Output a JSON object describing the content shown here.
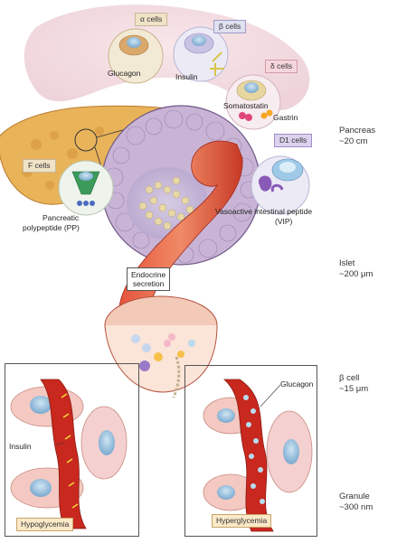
{
  "cell_types": {
    "alpha": "α cells",
    "beta": "β cells",
    "delta": "δ cells",
    "d1": "D1 cells",
    "f": "F cells"
  },
  "hormones": {
    "glucagon": "Glucagon",
    "insulin": "Insulin",
    "somatostatin": "Somatostatin",
    "gastrin": "Gastrin",
    "vip_line1": "Vasoactive intestinal peptide",
    "vip_line2": "(VIP)",
    "pp_line1": "Pancreatic",
    "pp_line2": "polypeptide (PP)"
  },
  "endocrine_secretion": [
    "Endocrine",
    "secretion"
  ],
  "scales": [
    {
      "name": "Pancreas",
      "size": "~20 cm"
    },
    {
      "name": "Islet",
      "size": "~200 μm"
    },
    {
      "name": "β cell",
      "size": "~15 μm"
    },
    {
      "name": "Granule",
      "size": "~300 nm"
    }
  ],
  "panels": {
    "left": {
      "label": "Hypoglycemia",
      "hormone": "Insulin"
    },
    "right": {
      "label": "Hyperglycemia",
      "hormone": "Glucagon"
    }
  },
  "colors": {
    "pancreas": "#e9b35a",
    "vessel": "#d8392b",
    "tag_alpha": "#efe2c6",
    "tag_beta": "#dfe0f0",
    "tag_delta": "#f6d6dc",
    "tag_d1": "#dcd2ee",
    "tag_f": "#efe2c6"
  }
}
